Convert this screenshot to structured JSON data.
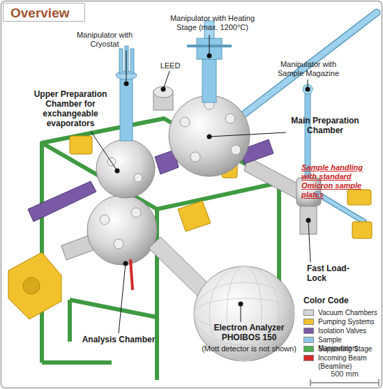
{
  "diagram": {
    "title": "Overview",
    "labels": [
      "Manipulator with Heating Stage (max. 1200°C)",
      "Manipulator with Cryostat",
      "LEED",
      "Manipulator with Sample Magazine",
      "Upper Preparation Chamber for exchangeable evaporators",
      "Main Preparation Chamber",
      "Sample handling with standard Omicron sample plates",
      "Fast Load-Lock",
      "Electron Analyzer PHOIBOS 150",
      "(Mott detector is not shown)",
      "Analysis Chamber",
      "Color Code",
      "500 mm"
    ],
    "legend": [
      {
        "text": "Vacuum Chambers",
        "color": "#d6d6d6"
      },
      {
        "text": "Pumping Systems",
        "color": "#f2c12e"
      },
      {
        "text": "Isolation Valves",
        "color": "#7a5aa6"
      },
      {
        "text": "Sample Manipulators",
        "color": "#8ec8e8"
      },
      {
        "text": "Supporting Stage",
        "color": "#4caf50"
      },
      {
        "text": "Incoming Beam (Beamline)",
        "color": "#d42a2a"
      }
    ]
  }
}
